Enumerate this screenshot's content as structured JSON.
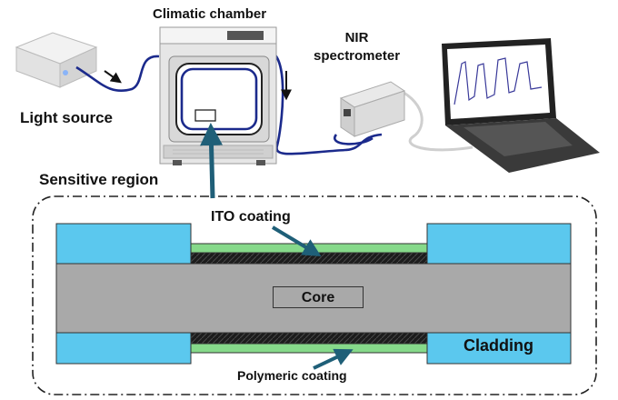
{
  "labels": {
    "climatic_chamber": "Climatic chamber",
    "nir_line1": "NIR",
    "nir_line2": "spectrometer",
    "light_source": "Light source",
    "sensitive_region": "Sensitive region",
    "ito_coating": "ITO coating",
    "core": "Core",
    "cladding": "Cladding",
    "polymeric_coating": "Polymeric coating"
  },
  "colors": {
    "cladding": "#5bc8ee",
    "core": "#a9a9a9",
    "polymer": "#86d98a",
    "ito": "#1c1c1c",
    "fiber_cable": "#1b2a8c",
    "pointer_arrow": "#1f5f78"
  },
  "icons": {
    "light_source": "light-source-box-icon",
    "chamber": "climatic-chamber-icon",
    "spectrometer": "nir-spectrometer-icon",
    "laptop": "laptop-icon"
  }
}
